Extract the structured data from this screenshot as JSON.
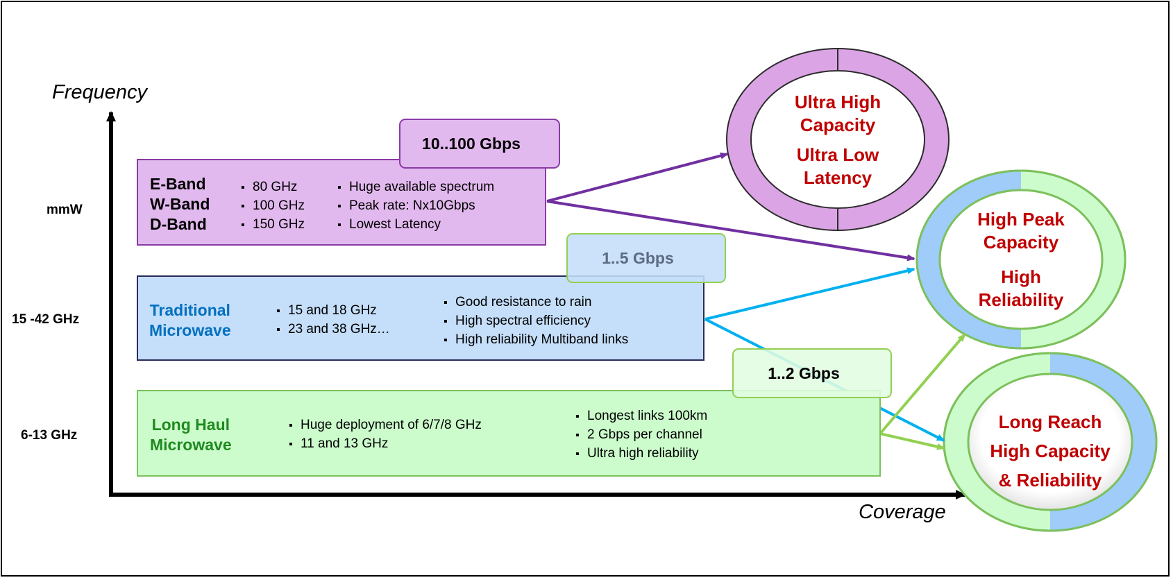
{
  "axes": {
    "y_title": "Frequency",
    "x_title": "Coverage",
    "y_ticks": {
      "mmw": "mmW",
      "mw": "15 -42 GHz",
      "lh": "6-13 GHz"
    }
  },
  "bands": {
    "mmw": {
      "names": [
        "E-Band",
        "W-Band",
        "D-Band"
      ],
      "frequencies": [
        "80 GHz",
        "100 GHz",
        "150  GHz"
      ],
      "features": [
        "Huge available spectrum",
        "Peak rate: Nx10Gbps",
        "Lowest Latency"
      ],
      "rate": "10..100 Gbps"
    },
    "mw": {
      "names": [
        "Traditional",
        "Microwave"
      ],
      "frequencies": [
        "15 and    18 GHz",
        "23 and 38 GHz…"
      ],
      "features": [
        "Good resistance to rain",
        "High spectral efficiency",
        "High reliability Multiband links"
      ],
      "rate": "1..5 Gbps"
    },
    "lh": {
      "names": [
        "Long Haul",
        "Microwave"
      ],
      "frequencies": [
        "Huge deployment of 6/7/8 GHz",
        "11 and 13 GHz"
      ],
      "features": [
        "Longest links 100km",
        "2 Gbps per channel",
        "Ultra high reliability"
      ],
      "rate": "1..2 Gbps"
    }
  },
  "outcomes": {
    "ultra": {
      "line1": "Ultra High",
      "line2": "Capacity",
      "line3": "Ultra Low",
      "line4": "Latency"
    },
    "peak": {
      "line1": "High Peak",
      "line2": "Capacity",
      "line3": "High",
      "line4": "Reliability"
    },
    "reach": {
      "line1": "Long Reach",
      "line2": "High Capacity",
      "line3": "& Reliability"
    }
  },
  "colors": {
    "mmw": "#8a3aa6",
    "mw": "#00b0f0",
    "lh": "#92d050",
    "outcome_text": "#c00000"
  }
}
